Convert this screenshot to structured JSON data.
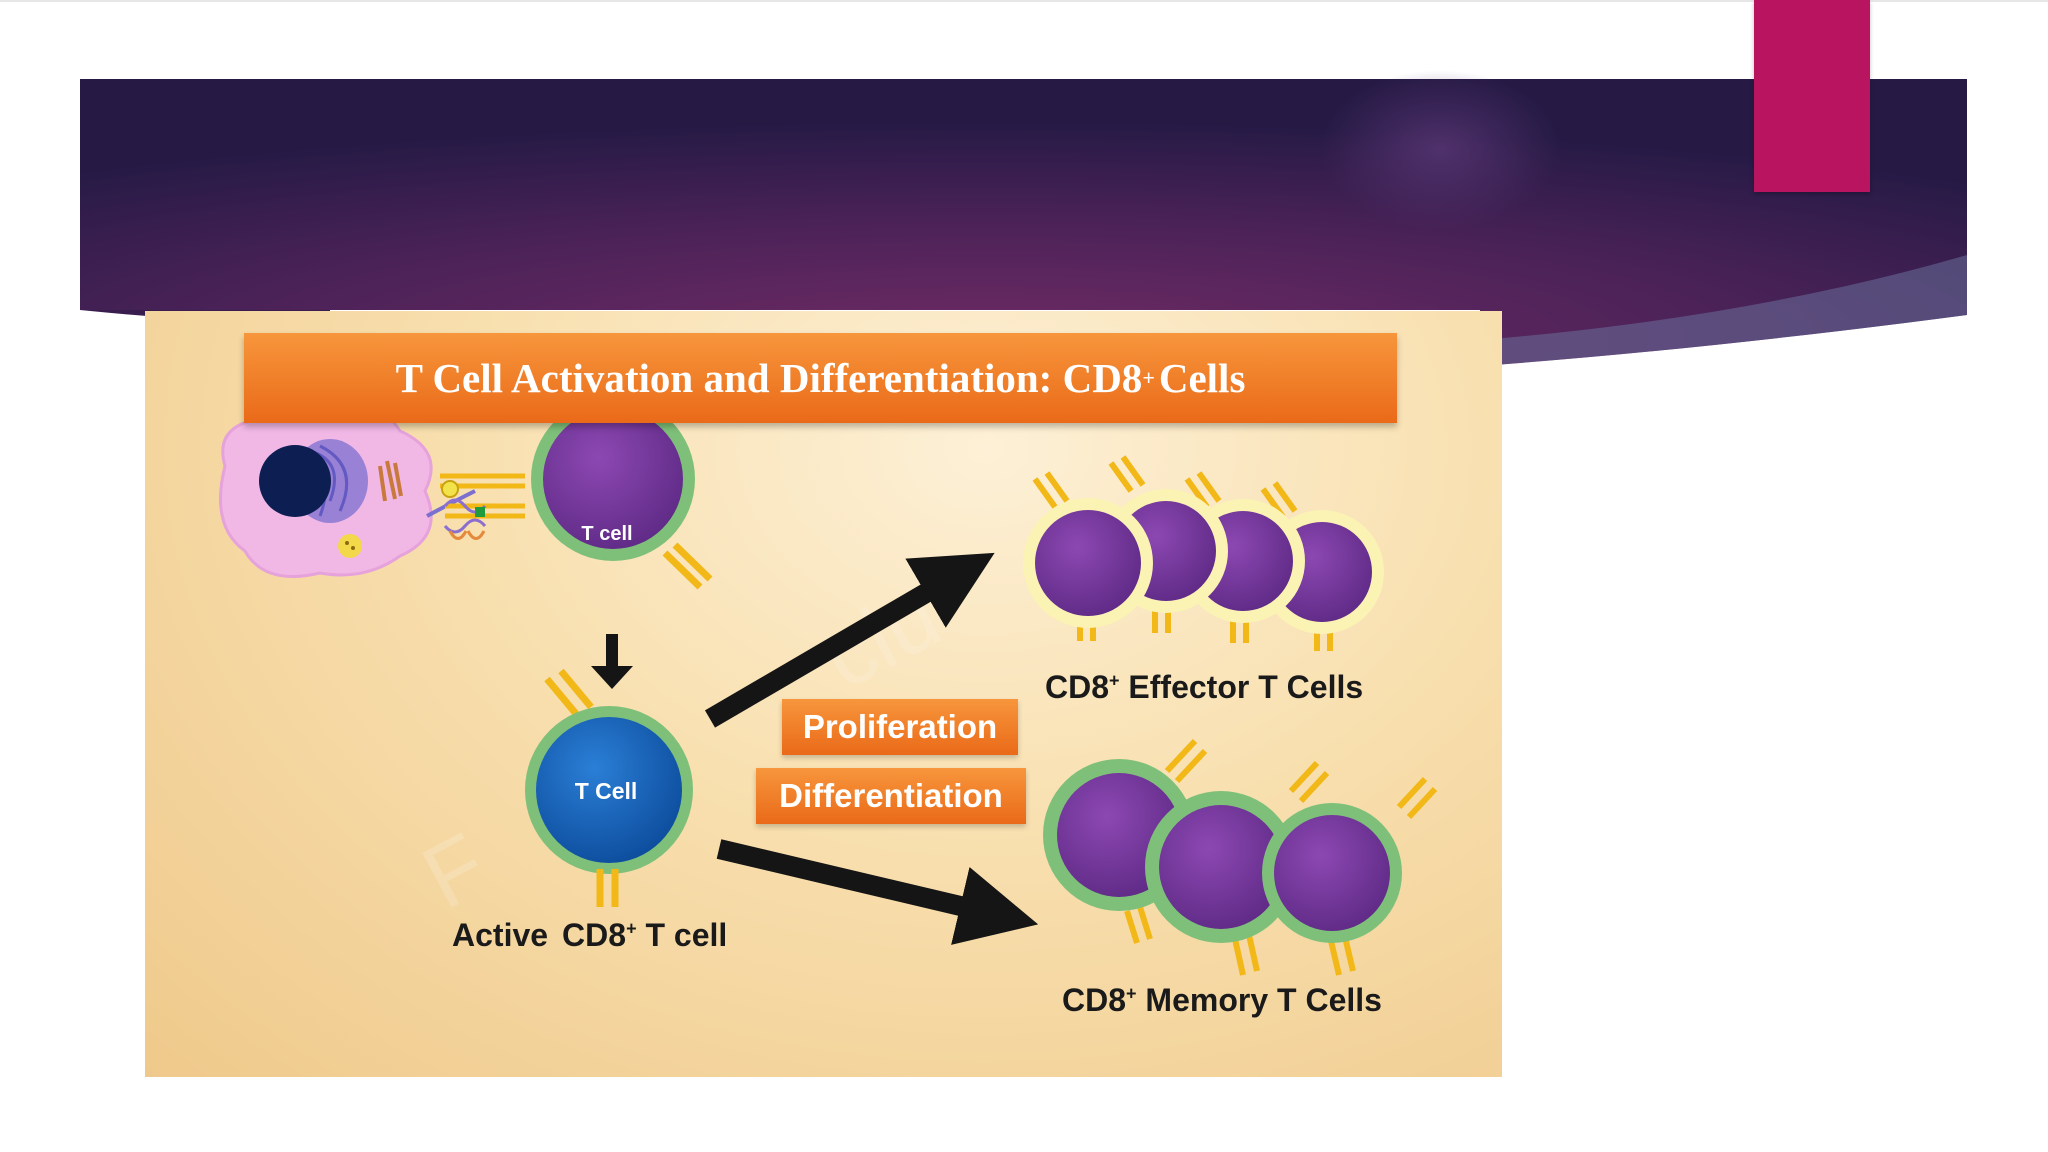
{
  "slide": {
    "colors": {
      "header_dark": "#2a1a4a",
      "header_mid": "#5a2460",
      "accent_tab": "#b8145f"
    }
  },
  "figure": {
    "title_main": "T Cell Activation and Differentiation: CD8",
    "title_sup": "+",
    "title_tail": "Cells",
    "tcell_label": "T cell",
    "active_tcell_label": "T Cell",
    "proliferation": "Proliferation",
    "differentiation": "Differentiation",
    "active_caption_pre": "Active",
    "active_caption_cd8": "CD8",
    "active_caption_sup": "+",
    "active_caption_post": "T cell",
    "effector_caption_cd8": "CD8",
    "effector_caption_sup": "+",
    "effector_caption_post": "Effector T Cells",
    "memory_caption_cd8": "CD8",
    "memory_caption_sup": "+",
    "memory_caption_post": "Memory T Cells",
    "colors": {
      "cell_purple": "#7a3a9e",
      "naive_ring": "#7ec07a",
      "effector_ring": "#fbf3b4",
      "active_nucleus": "#1560b8",
      "receptor": "#f2b818",
      "label_orange": "#ef7a25",
      "apc_body": "#f1b8e6",
      "arrow": "#151515"
    },
    "icons": [
      "antigen-presenting-cell-icon",
      "receptor-icon",
      "down-arrow-icon",
      "arrow-icon"
    ]
  }
}
